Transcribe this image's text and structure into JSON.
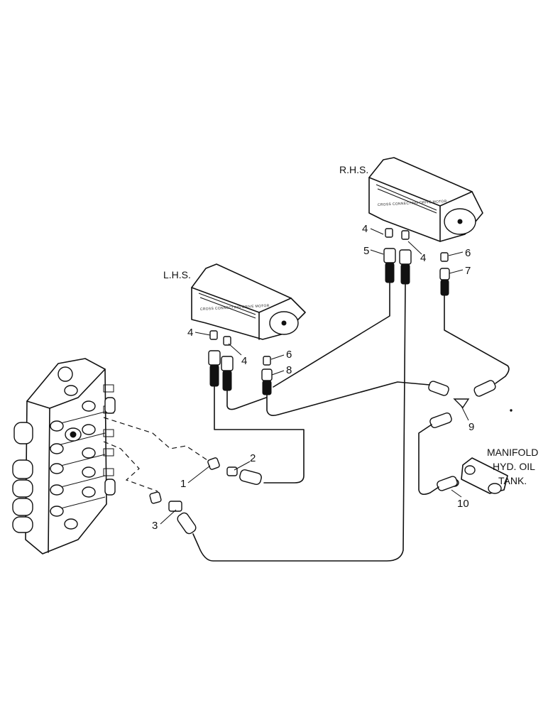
{
  "labels": {
    "rhs": "R.H.S.",
    "lhs": "L.H.S.",
    "motor_rhs": "CROSS CONNECTING DRIVE MOTOR",
    "motor_lhs": "CROSS CONNECTING DRIVE MOTOR",
    "manifold_1": "MANIFOLD",
    "manifold_2": "HYD. OIL",
    "manifold_3": "TANK."
  },
  "callouts": {
    "c1": "1",
    "c2": "2",
    "c3": "3",
    "c4a": "4",
    "c4b": "4",
    "c4c": "4",
    "c4d": "4",
    "c5": "5",
    "c6a": "6",
    "c6b": "6",
    "c7": "7",
    "c8": "8",
    "c9": "9",
    "c10": "10"
  }
}
